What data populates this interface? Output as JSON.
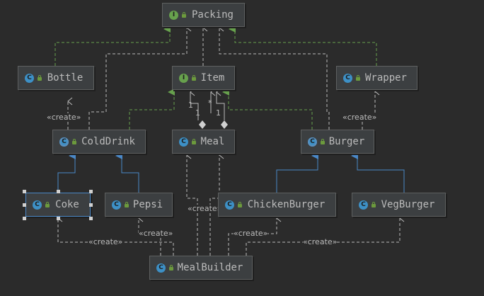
{
  "colors": {
    "background": "#2b2b2b",
    "node_fill": "#3c3f41",
    "node_border": "#5e6060",
    "class_badge": "#3d90c6",
    "interface_badge": "#67a14d",
    "realization_edge": "#67a14d",
    "inheritance_edge": "#4a88c7",
    "dependency_edge": "#bbbbbb",
    "selection": "#4a88c7"
  },
  "nodes": {
    "packing": {
      "label": "Packing",
      "kind": "interface",
      "badge": "I"
    },
    "bottle": {
      "label": "Bottle",
      "kind": "class",
      "badge": "C"
    },
    "item": {
      "label": "Item",
      "kind": "interface",
      "badge": "I"
    },
    "wrapper": {
      "label": "Wrapper",
      "kind": "class",
      "badge": "C"
    },
    "colddrink": {
      "label": "ColdDrink",
      "kind": "abstract-class",
      "badge": "C"
    },
    "meal": {
      "label": "Meal",
      "kind": "class",
      "badge": "C"
    },
    "burger": {
      "label": "Burger",
      "kind": "abstract-class",
      "badge": "C"
    },
    "coke": {
      "label": "Coke",
      "kind": "class",
      "badge": "C",
      "selected": true
    },
    "pepsi": {
      "label": "Pepsi",
      "kind": "class",
      "badge": "C"
    },
    "chickenburger": {
      "label": "ChickenBurger",
      "kind": "class",
      "badge": "C"
    },
    "vegburger": {
      "label": "VegBurger",
      "kind": "class",
      "badge": "C"
    },
    "mealbuilder": {
      "label": "MealBuilder",
      "kind": "class",
      "badge": "C"
    }
  },
  "stereotypes": {
    "create": "«create»"
  },
  "multiplicities": {
    "one": "1",
    "many": "*"
  },
  "edges": [
    {
      "from": "bottle",
      "to": "packing",
      "type": "realization"
    },
    {
      "from": "wrapper",
      "to": "packing",
      "type": "realization"
    },
    {
      "from": "colddrink",
      "to": "packing",
      "type": "dependency"
    },
    {
      "from": "item",
      "to": "packing",
      "type": "dependency"
    },
    {
      "from": "burger",
      "to": "packing",
      "type": "dependency"
    },
    {
      "from": "colddrink",
      "to": "item",
      "type": "realization"
    },
    {
      "from": "burger",
      "to": "item",
      "type": "realization"
    },
    {
      "from": "meal",
      "to": "item",
      "type": "aggregation"
    },
    {
      "from": "colddrink",
      "to": "bottle",
      "type": "dependency",
      "label": "«create»"
    },
    {
      "from": "burger",
      "to": "wrapper",
      "type": "dependency",
      "label": "«create»"
    },
    {
      "from": "coke",
      "to": "colddrink",
      "type": "inheritance"
    },
    {
      "from": "pepsi",
      "to": "colddrink",
      "type": "inheritance"
    },
    {
      "from": "chickenburger",
      "to": "burger",
      "type": "inheritance"
    },
    {
      "from": "vegburger",
      "to": "burger",
      "type": "inheritance"
    },
    {
      "from": "mealbuilder",
      "to": "meal",
      "type": "dependency",
      "label": "«create»"
    },
    {
      "from": "mealbuilder",
      "to": "coke",
      "type": "dependency",
      "label": "«create»"
    },
    {
      "from": "mealbuilder",
      "to": "pepsi",
      "type": "dependency",
      "label": "«create»"
    },
    {
      "from": "mealbuilder",
      "to": "chickenburger",
      "type": "dependency",
      "label": "«create»"
    },
    {
      "from": "mealbuilder",
      "to": "vegburger",
      "type": "dependency",
      "label": "«create»"
    }
  ]
}
